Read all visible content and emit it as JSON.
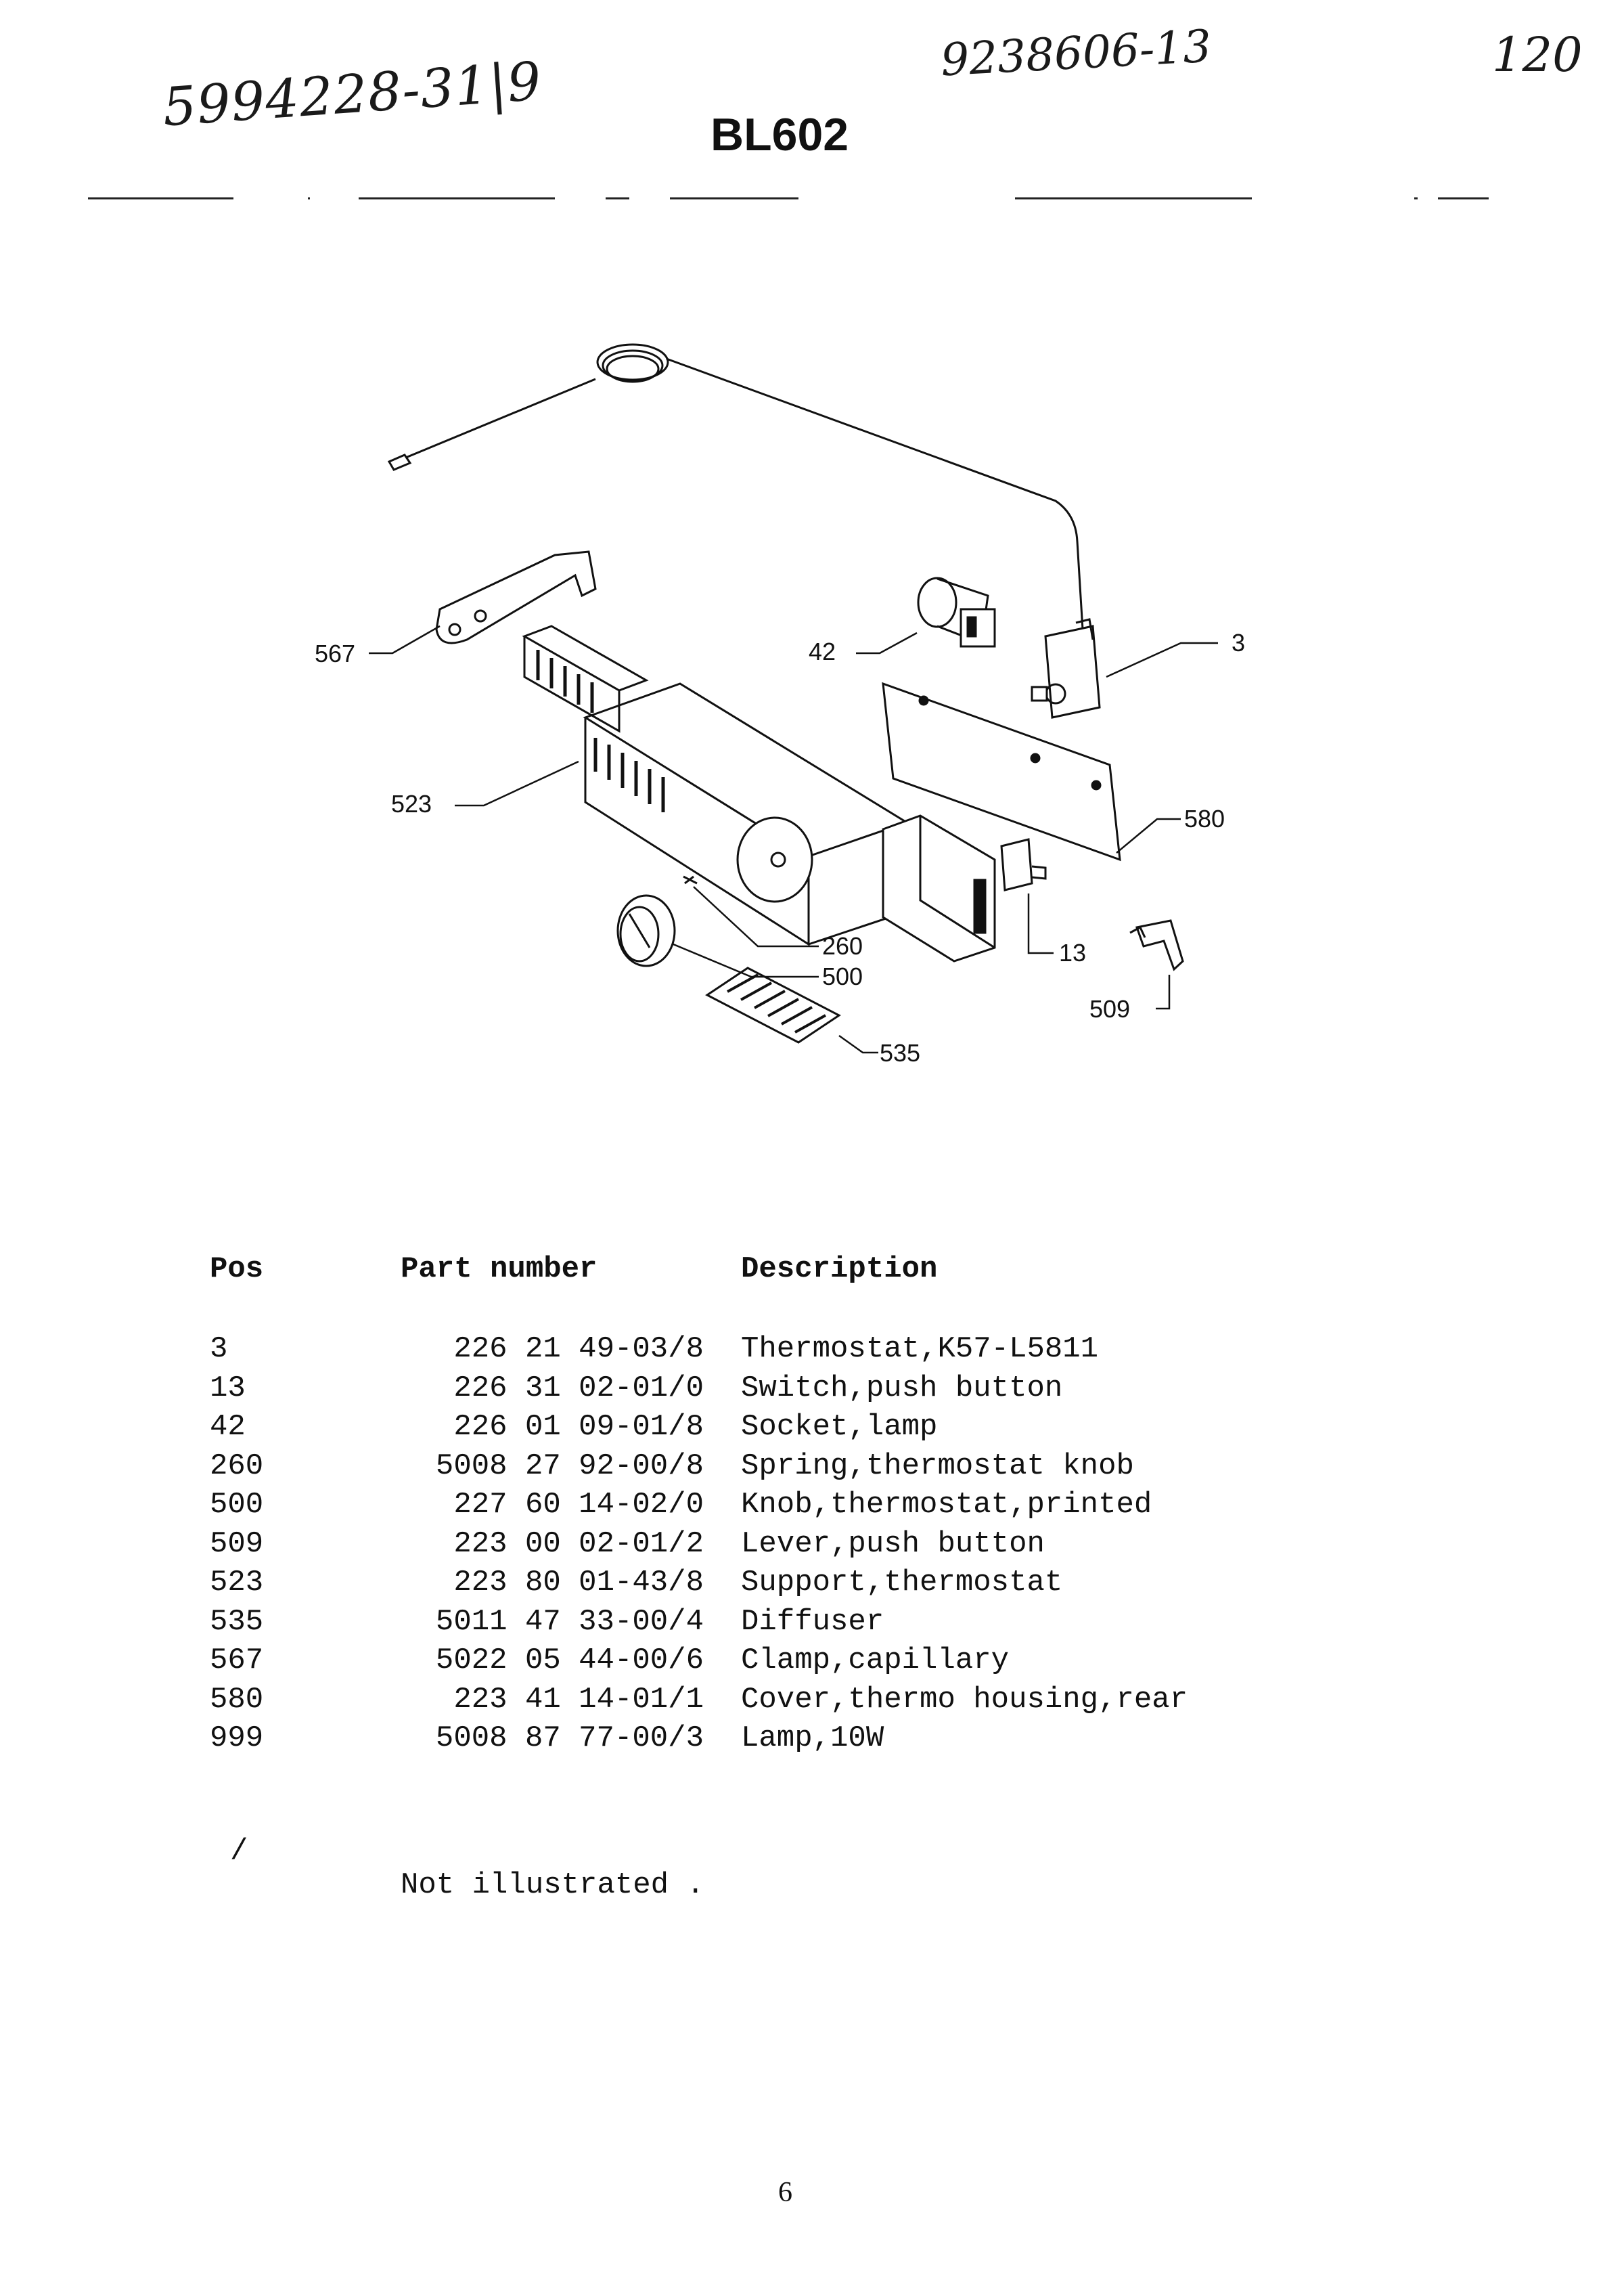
{
  "handwritten": {
    "left": "5994228-31|9",
    "center": "9238606-13",
    "right": "120"
  },
  "title": "BL602",
  "callouts": [
    "3",
    "13",
    "42",
    "260",
    "500",
    "509",
    "523",
    "535",
    "567",
    "580"
  ],
  "table": {
    "headers": {
      "pos": "Pos",
      "part_number": "Part number",
      "description": "Description"
    },
    "rows": [
      {
        "pos": "3",
        "part_number": "226 21 49-03/8",
        "description": "Thermostat,K57-L5811"
      },
      {
        "pos": "13",
        "part_number": "226 31 02-01/0",
        "description": "Switch,push button"
      },
      {
        "pos": "42",
        "part_number": "226 01 09-01/8",
        "description": "Socket,lamp"
      },
      {
        "pos": "260",
        "part_number": "5008 27 92-00/8",
        "description": "Spring,thermostat knob"
      },
      {
        "pos": "500",
        "part_number": "227 60 14-02/0",
        "description": "Knob,thermostat,printed"
      },
      {
        "pos": "509",
        "part_number": "223 00 02-01/2",
        "description": "Lever,push button"
      },
      {
        "pos": "523",
        "part_number": "223 80 01-43/8",
        "description": "Support,thermostat"
      },
      {
        "pos": "535",
        "part_number": "5011 47 33-00/4",
        "description": "Diffuser"
      },
      {
        "pos": "567",
        "part_number": "5022 05 44-00/6",
        "description": "Clamp,capillary"
      },
      {
        "pos": "580",
        "part_number": "223 41 14-01/1",
        "description": "Cover,thermo housing,rear"
      },
      {
        "pos": "999",
        "part_number": "5008 87 77-00/3",
        "description": "Lamp,10W"
      }
    ]
  },
  "note": {
    "symbol": "/",
    "text": "Not illustrated ."
  },
  "page_number": "6"
}
